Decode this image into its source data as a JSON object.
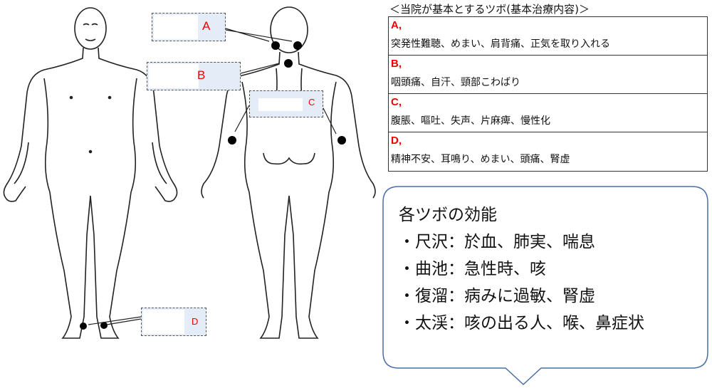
{
  "table": {
    "title": "＜当院が基本とするツボ(基本治療内容)＞",
    "rows": [
      {
        "key": "A,",
        "desc": "突発性難聴、めまい、肩背痛、正気を取り入れる"
      },
      {
        "key": "B,",
        "desc": "咽頭痛、自汗、頸部こわばり"
      },
      {
        "key": "C,",
        "desc": "腹脹、嘔吐、失声、片麻痺、慢性化"
      },
      {
        "key": "D,",
        "desc": "精神不安、耳鳴り、めまい、頭痛、腎虚"
      }
    ]
  },
  "labels": {
    "a": "A",
    "b": "B",
    "c": "C",
    "d": "D"
  },
  "callout": {
    "heading": "各ツボの効能",
    "items": [
      "・尺沢：於血、肺実、喘息",
      "・曲池：急性時、咳",
      "・復溜：病みに過敏、腎虚",
      "・太渓：咳の出る人、喉、鼻症状"
    ]
  },
  "colors": {
    "label_text": "#e00000",
    "label_box": "#e4ecf7",
    "bubble_border": "#4a6fa5"
  }
}
